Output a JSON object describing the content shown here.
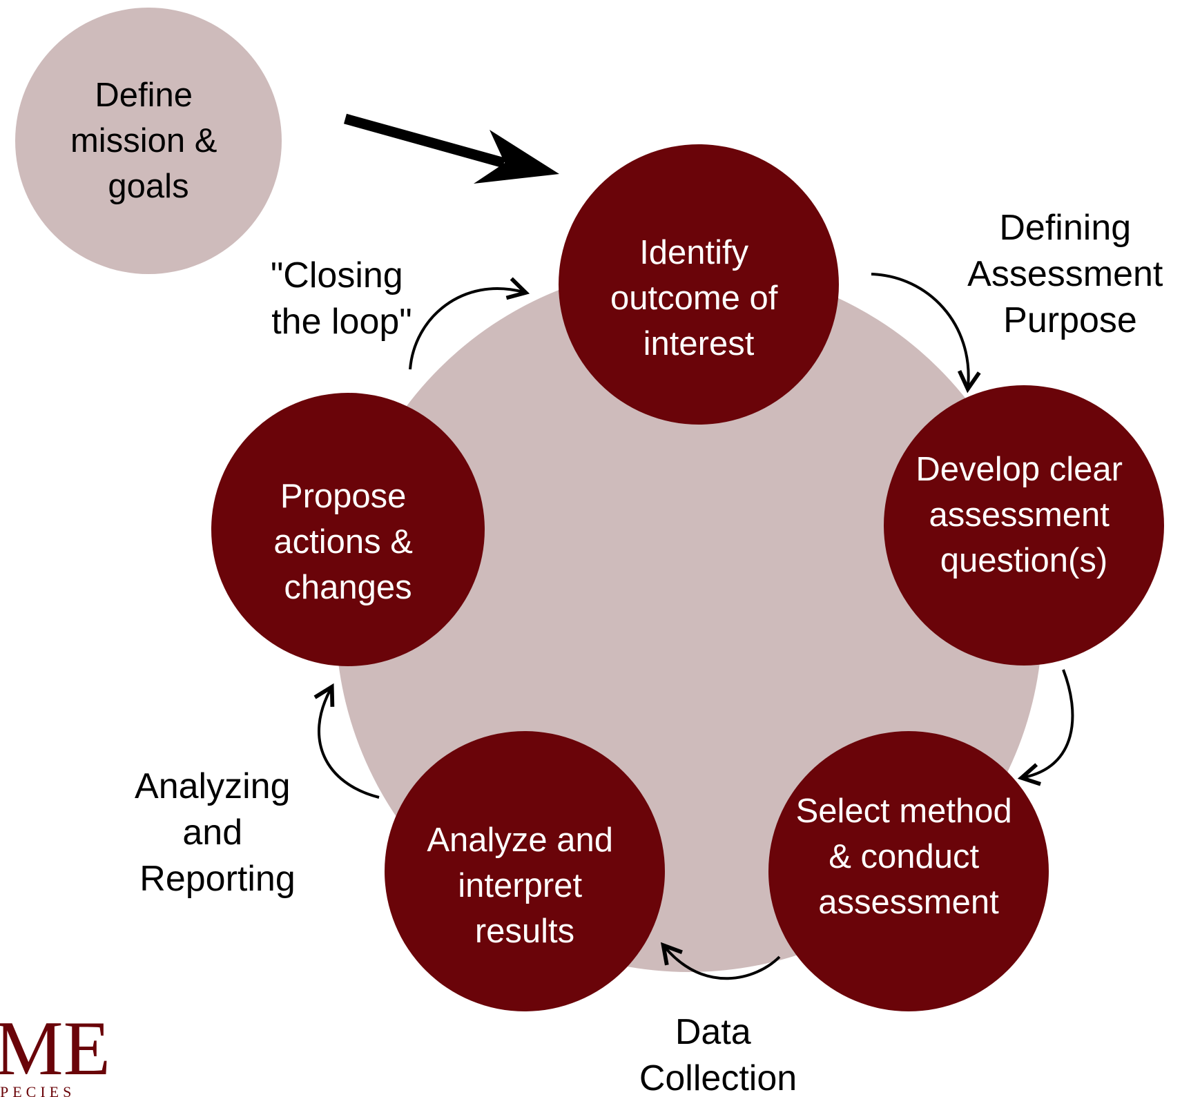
{
  "colors": {
    "background_circle": "#CEBBBB",
    "step_fill": "#6A0409",
    "step_text": "#FFFFFF",
    "start_fill": "#CEBBBB",
    "start_text": "#000000",
    "arrow": "#000000",
    "logo": "#6A0409"
  },
  "start": {
    "lines": [
      "Define",
      "mission &",
      "goals"
    ]
  },
  "steps": [
    {
      "id": "identify",
      "lines": [
        "Identify",
        "outcome of",
        "interest"
      ]
    },
    {
      "id": "develop",
      "lines": [
        "Develop clear",
        "assessment",
        "question(s)"
      ]
    },
    {
      "id": "select",
      "lines": [
        "Select method",
        "& conduct",
        "assessment"
      ]
    },
    {
      "id": "analyze",
      "lines": [
        "Analyze and",
        "interpret",
        "results"
      ]
    },
    {
      "id": "propose",
      "lines": [
        "Propose",
        "actions &",
        "changes"
      ]
    }
  ],
  "phases": [
    {
      "id": "defining",
      "lines": [
        "Defining",
        "Assessment",
        "Purpose"
      ]
    },
    {
      "id": "data",
      "lines": [
        "Data",
        "Collection"
      ]
    },
    {
      "id": "analyzing",
      "lines": [
        "Analyzing",
        "and",
        "Reporting"
      ]
    },
    {
      "id": "closing",
      "lines": [
        "\"Closing",
        "the loop\""
      ]
    }
  ],
  "logo": {
    "text": "ME",
    "subtext": "PECIES"
  }
}
